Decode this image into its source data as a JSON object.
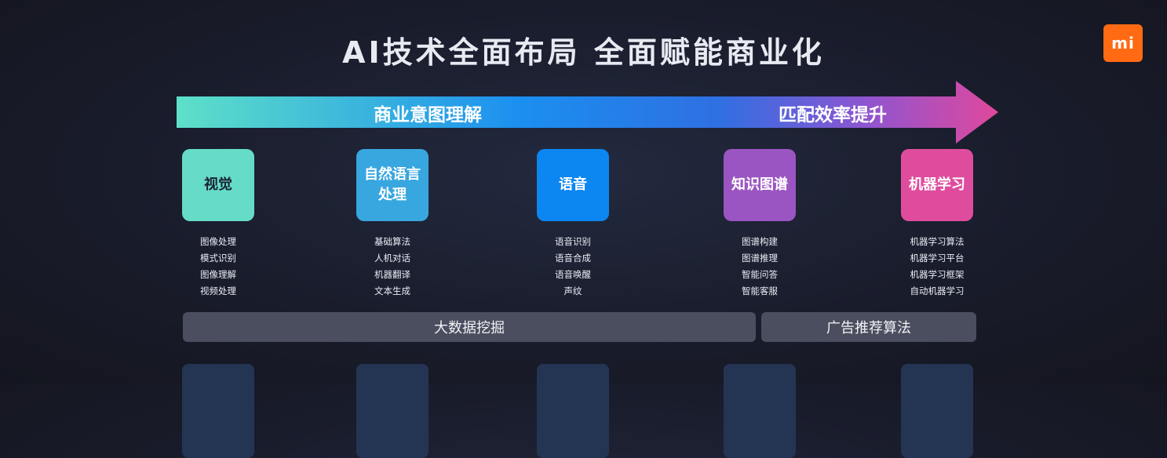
{
  "title": "AI技术全面布局 全面赋能商业化",
  "logo_text": "mi",
  "arrow": {
    "left_label": "商业意图理解",
    "right_label": "匹配效率提升",
    "colors": [
      "#5ee0c8",
      "#1b8ff0",
      "#2f6fe2",
      "#8f55d0",
      "#e0489c"
    ]
  },
  "columns": [
    {
      "label": "视觉",
      "color": "#66dcc8",
      "items": [
        "图像处理",
        "模式识别",
        "图像理解",
        "视频处理"
      ]
    },
    {
      "label": "自然语言处理",
      "color": "#38a7df",
      "items": [
        "基础算法",
        "人机对话",
        "机器翻译",
        "文本生成"
      ]
    },
    {
      "label": "语音",
      "color": "#0c87f2",
      "items": [
        "语音识别",
        "语音合成",
        "语音唤醒",
        "声纹"
      ]
    },
    {
      "label": "知识图谱",
      "color": "#9b55c2",
      "items": [
        "图谱构建",
        "图谱推理",
        "智能问答",
        "智能客服"
      ]
    },
    {
      "label": "机器学习",
      "color": "#df4c9e",
      "items": [
        "机器学习算法",
        "机器学习平台",
        "机器学习框架",
        "自动机器学习"
      ]
    }
  ],
  "bottom_bars": {
    "left": "大数据挖掘",
    "right": "广告推荐算法"
  }
}
